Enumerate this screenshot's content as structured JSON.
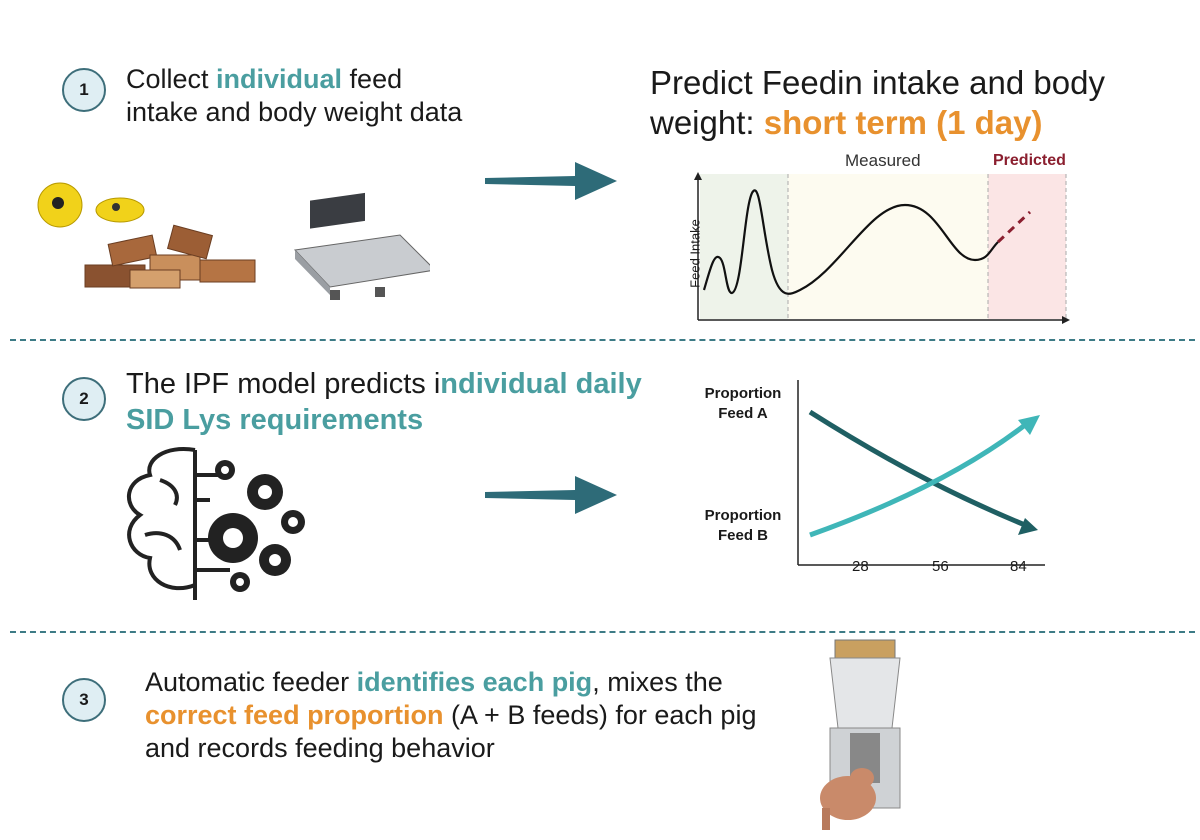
{
  "step1": {
    "number": "1",
    "text_a": "Collect ",
    "highlight": "individual",
    "text_b": " feed intake and body weight data"
  },
  "predict": {
    "title_a": "Predict Feedin intake and body weight: ",
    "highlight": "short term (1 day)"
  },
  "chart1": {
    "measured_label": "Measured",
    "predicted_label": "Predicted",
    "ylabel": "Feed Intake"
  },
  "step2": {
    "number": "2",
    "text_a": "The IPF model predicts i",
    "highlight": "ndividual daily SID Lys requirements"
  },
  "chart2": {
    "label_a": "Proportion Feed A",
    "label_b": "Proportion Feed B",
    "ticks": [
      "28",
      "56",
      "84"
    ]
  },
  "step3": {
    "number": "3",
    "text_a": "Automatic feeder ",
    "highlight1": "identifies each pig",
    "text_b": ", mixes the ",
    "highlight2": "correct feed proportion",
    "text_c": " (A + B feeds) for each pig and records feeding behavior"
  },
  "colors": {
    "teal": "#4a9ea0",
    "orange": "#e8912e",
    "arrow": "#2e6b78",
    "predicted": "#8b1f2f"
  }
}
